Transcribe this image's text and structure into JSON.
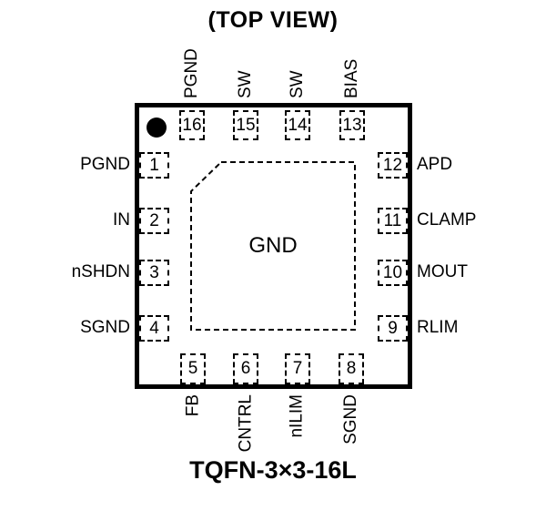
{
  "title": "(TOP VIEW)",
  "caption": "TQFN-3×3-16L",
  "thermal_pad_label": "GND",
  "colors": {
    "line": "#000000",
    "background": "#ffffff"
  },
  "pins": {
    "top": [
      {
        "number": "16",
        "label": "PGND"
      },
      {
        "number": "15",
        "label": "SW"
      },
      {
        "number": "14",
        "label": "SW"
      },
      {
        "number": "13",
        "label": "BIAS"
      }
    ],
    "right": [
      {
        "number": "12",
        "label": "APD"
      },
      {
        "number": "11",
        "label": "CLAMP"
      },
      {
        "number": "10",
        "label": "MOUT"
      },
      {
        "number": "9",
        "label": "RLIM"
      }
    ],
    "bottom": [
      {
        "number": "5",
        "label": "FB"
      },
      {
        "number": "6",
        "label": "CNTRL"
      },
      {
        "number": "7",
        "label": "nILIM"
      },
      {
        "number": "8",
        "label": "SGND"
      }
    ],
    "left": [
      {
        "number": "1",
        "label": "PGND"
      },
      {
        "number": "2",
        "label": "IN"
      },
      {
        "number": "3",
        "label": "nSHDN"
      },
      {
        "number": "4",
        "label": "SGND"
      }
    ]
  }
}
